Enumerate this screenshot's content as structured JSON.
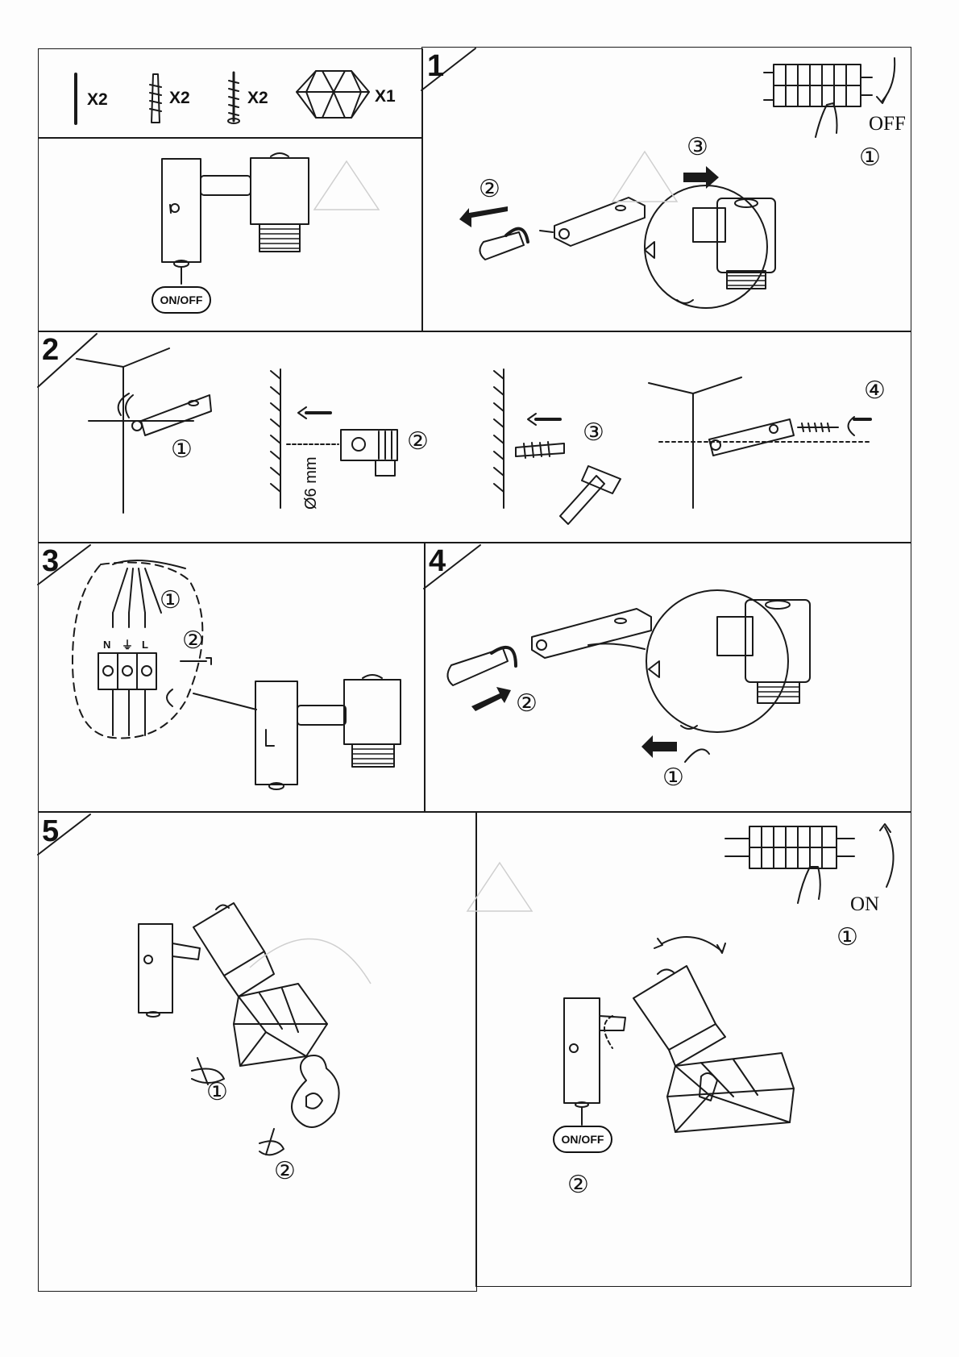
{
  "parts": {
    "rod_qty": "X2",
    "anchor_qty": "X2",
    "screw_qty": "X2",
    "shade_qty": "X1"
  },
  "overview": {
    "switch_label": "ON/OFF"
  },
  "step1": {
    "number": "1",
    "breaker_state": "OFF",
    "sub1": "①",
    "sub2": "②",
    "sub3": "③"
  },
  "step2": {
    "number": "2",
    "sub1": "①",
    "sub2": "②",
    "sub3": "③",
    "sub4": "④",
    "drill_diameter": "Ø6 mm"
  },
  "step3": {
    "number": "3",
    "sub1": "①",
    "sub2": "②",
    "terminal_n": "N",
    "terminal_earth": "⏚",
    "terminal_l": "L"
  },
  "step4": {
    "number": "4",
    "sub1": "①",
    "sub2": "②"
  },
  "step5": {
    "number": "5",
    "sub1": "①",
    "sub2": "②",
    "final_sub1": "①",
    "final_sub2": "②",
    "breaker_state": "ON",
    "switch_label": "ON/OFF"
  },
  "colors": {
    "ink": "#1a1a1a",
    "paper": "#fdfdfd"
  }
}
